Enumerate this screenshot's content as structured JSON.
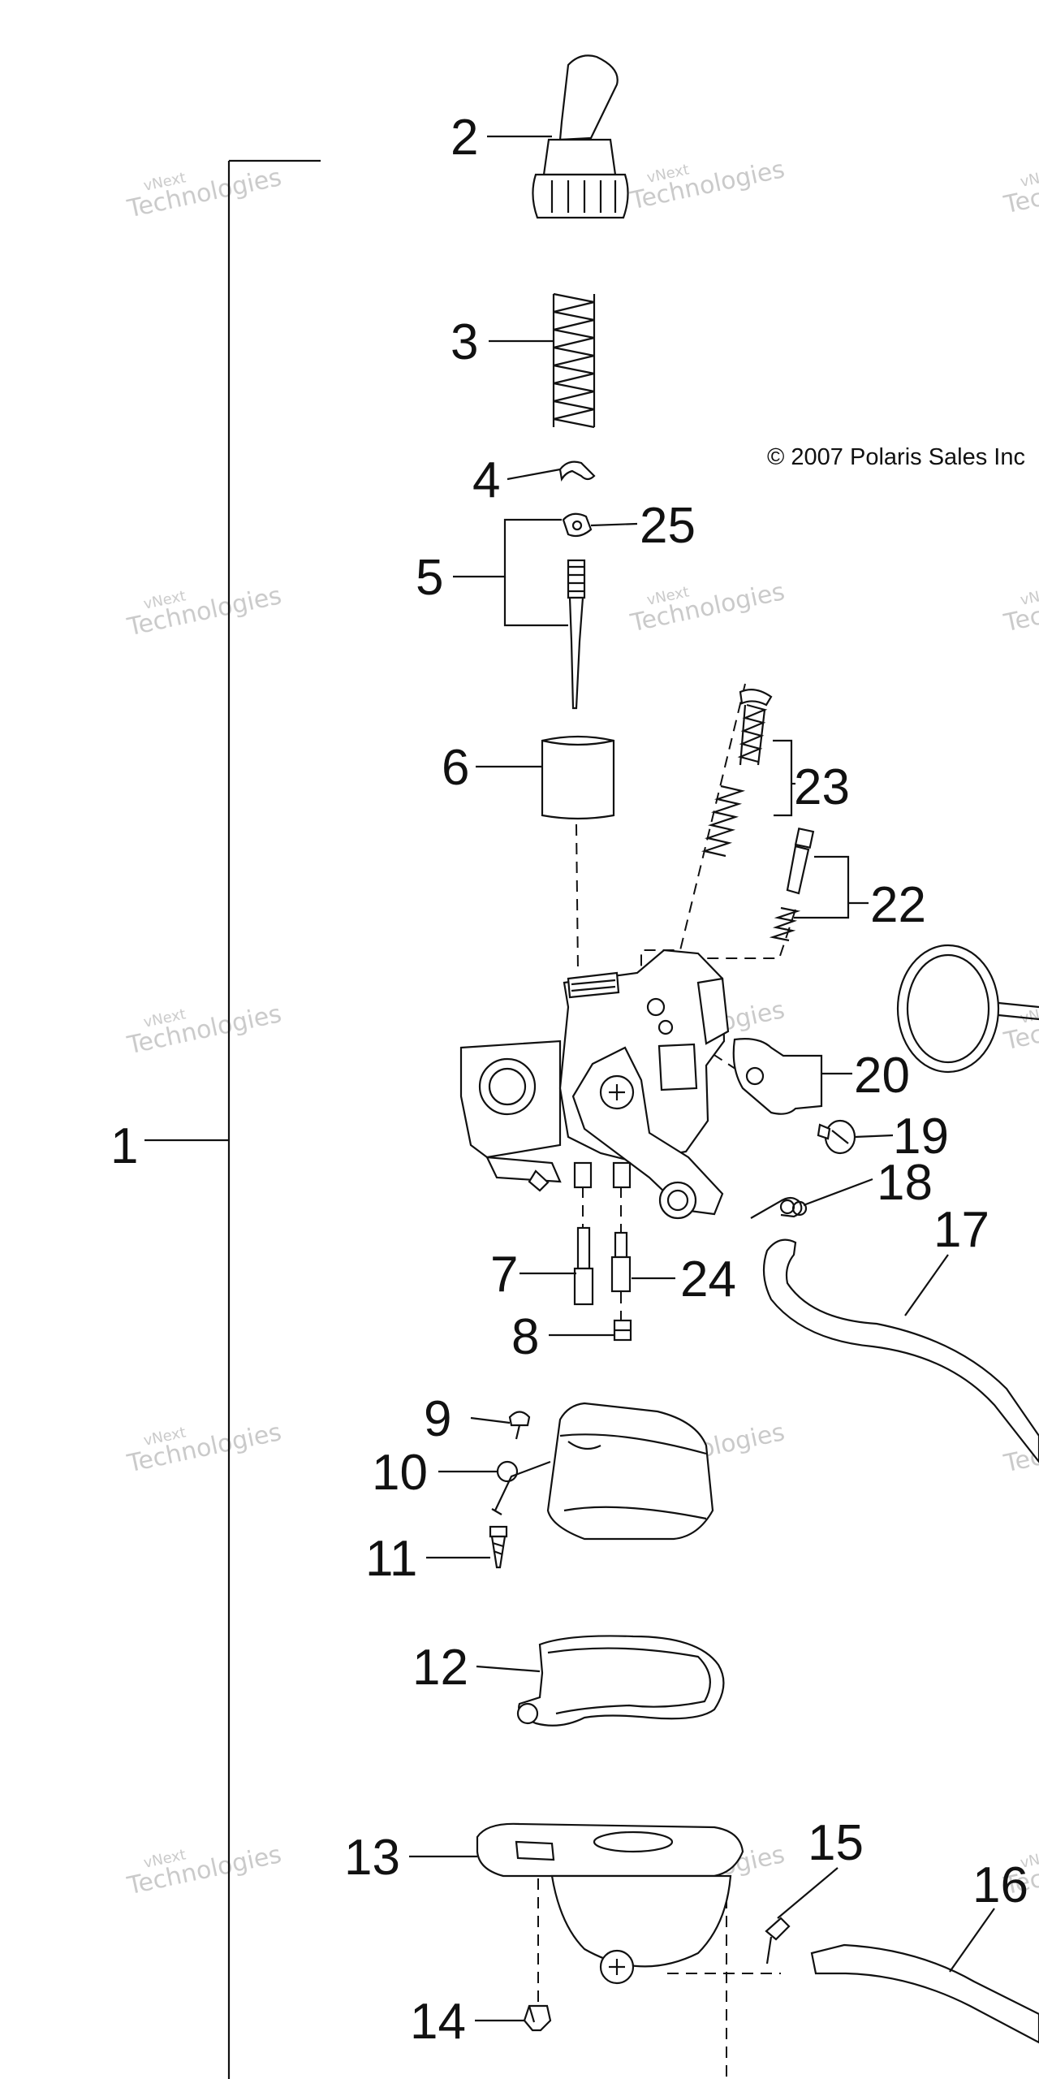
{
  "diagram": {
    "copyright": "© 2007 Polaris Sales Inc",
    "watermark_line1": "vNext",
    "watermark_line2": "Technologies",
    "callouts": {
      "c1": "1",
      "c2": "2",
      "c3": "3",
      "c4": "4",
      "c5": "5",
      "c6": "6",
      "c7": "7",
      "c8": "8",
      "c9": "9",
      "c10": "10",
      "c11": "11",
      "c12": "12",
      "c13": "13",
      "c14": "14",
      "c15": "15",
      "c16": "16",
      "c17": "17",
      "c18": "18",
      "c19": "19",
      "c20": "20",
      "c22": "22",
      "c23": "23",
      "c24": "24",
      "c25": "25"
    }
  }
}
